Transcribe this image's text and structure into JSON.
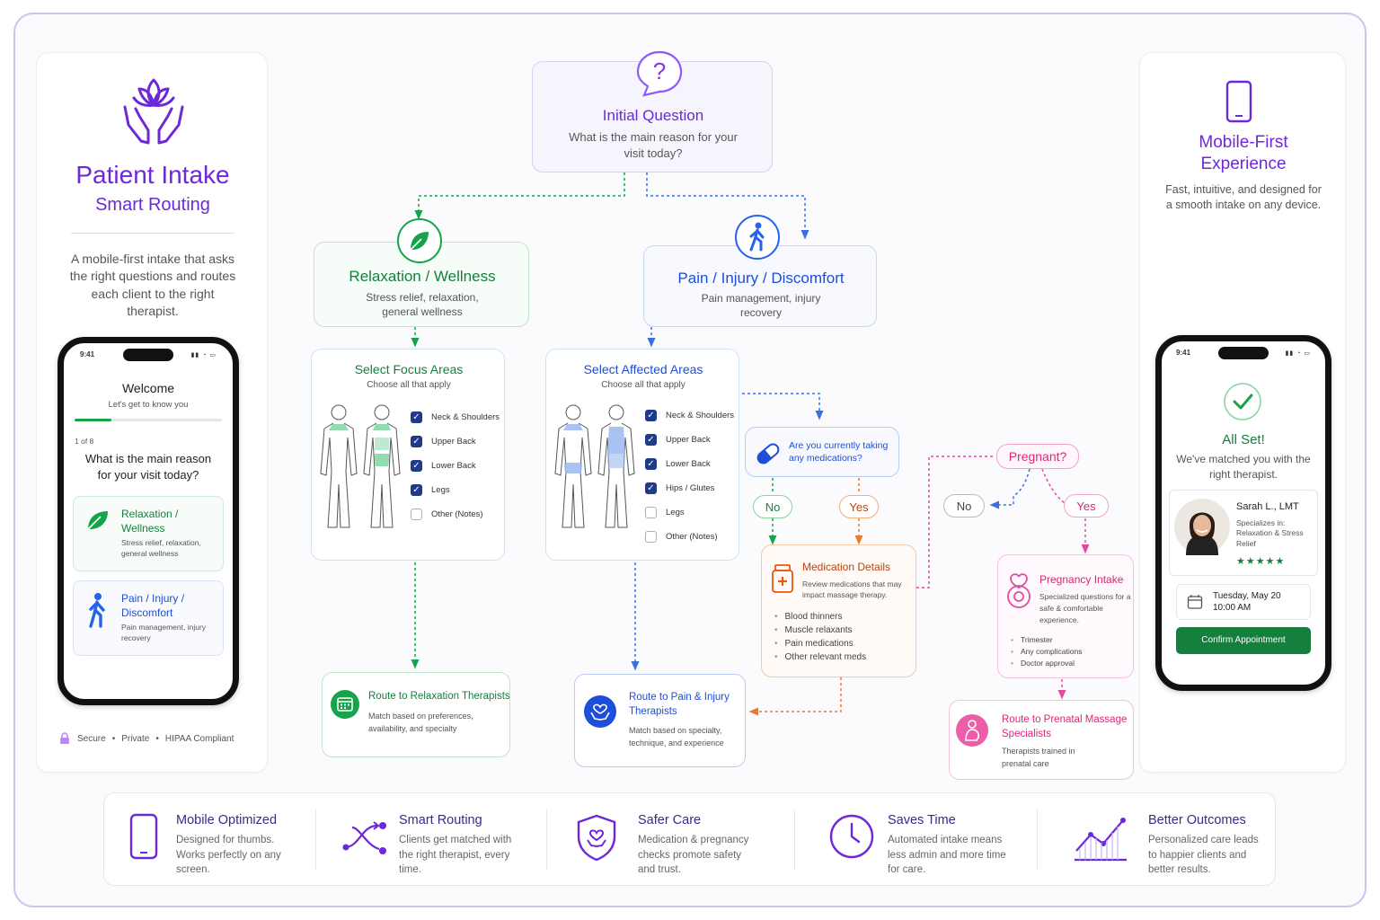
{
  "left": {
    "title": "Patient Intake",
    "subtitle": "Smart Routing",
    "description": "A mobile-first intake that asks the right questions and routes each client to the right therapist.",
    "footer": {
      "secure": "Secure",
      "private": "Private",
      "hipaa": "HIPAA Compliant",
      "sep": "•"
    },
    "phone": {
      "time": "9:41",
      "welcome": "Welcome",
      "welcome_sub": "Let's get to know you",
      "step": "1 of 8",
      "question": "What is the main reason for your visit today?",
      "option1": {
        "title": "Relaxation / Wellness",
        "desc": "Stress relief, relaxation, general wellness"
      },
      "option2": {
        "title": "Pain / Injury / Discomfort",
        "desc": "Pain management, injury recovery"
      },
      "progress": 0.25
    }
  },
  "right": {
    "title": "Mobile-First Experience",
    "description": "Fast, intuitive, and designed for a smooth intake on any device.",
    "phone": {
      "time": "9:41",
      "heading": "All Set!",
      "text": "We've matched you with the right therapist.",
      "therapist": "Sarah L., LMT",
      "specializes": "Specializes in: Relaxation & Stress Relief",
      "rating": "★★★★★",
      "date": "Tuesday, May 20",
      "time_slot": "10:00 AM",
      "confirm": "Confirm Appointment"
    }
  },
  "flow": {
    "initial": {
      "title": "Initial Question",
      "text": "What is the main reason for your visit today?"
    },
    "relax": {
      "title": "Relaxation / Wellness",
      "text": "Stress relief, relaxation, general wellness"
    },
    "pain": {
      "title": "Pain / Injury / Discomfort",
      "text": "Pain management, injury recovery"
    },
    "focus": {
      "title": "Select Focus Areas",
      "sub": "Choose all that apply",
      "items": [
        {
          "label": "Neck & Shoulders",
          "checked": true
        },
        {
          "label": "Upper Back",
          "checked": true
        },
        {
          "label": "Lower Back",
          "checked": true
        },
        {
          "label": "Legs",
          "checked": true
        },
        {
          "label": "Other (Notes)",
          "checked": false
        }
      ]
    },
    "affected": {
      "title": "Select Affected Areas",
      "sub": "Choose all that apply",
      "items": [
        {
          "label": "Neck & Shoulders",
          "checked": true
        },
        {
          "label": "Upper Back",
          "checked": true
        },
        {
          "label": "Lower Back",
          "checked": true
        },
        {
          "label": "Hips / Glutes",
          "checked": true
        },
        {
          "label": "Legs",
          "checked": false
        },
        {
          "label": "Other (Notes)",
          "checked": false
        }
      ]
    },
    "meds_q": "Are you currently taking any medications?",
    "no": "No",
    "yes": "Yes",
    "meds": {
      "title": "Medication Details",
      "text": "Review medications that may impact massage therapy.",
      "items": [
        "Blood thinners",
        "Muscle relaxants",
        "Pain medications",
        "Other relevant meds"
      ]
    },
    "pregnant_q": "Pregnant?",
    "preg_no": "No",
    "preg_yes": "Yes",
    "pregnancy": {
      "title": "Pregnancy Intake",
      "text": "Specialized questions for a safe & comfortable experience.",
      "items": [
        "Trimester",
        "Any complications",
        "Doctor approval"
      ]
    },
    "route_relax": {
      "title": "Route to Relaxation Therapists",
      "text": "Match based on preferences, availability, and specialty"
    },
    "route_pain": {
      "title": "Route to Pain & Injury Therapists",
      "text": "Match based on specialty, technique, and experience"
    },
    "route_prenatal": {
      "title": "Route to Prenatal Massage Specialists",
      "text": "Therapists trained in prenatal care"
    }
  },
  "features": [
    {
      "title": "Mobile Optimized",
      "text": "Designed for thumbs. Works perfectly on any screen.",
      "icon": "phone-icon"
    },
    {
      "title": "Smart Routing",
      "text": "Clients get matched with the right therapist, every time.",
      "icon": "routing-icon"
    },
    {
      "title": "Safer Care",
      "text": "Medication & pregnancy checks promote safety and trust.",
      "icon": "shield-heart-icon"
    },
    {
      "title": "Saves Time",
      "text": "Automated intake means less admin and more time for care.",
      "icon": "clock-icon"
    },
    {
      "title": "Better Outcomes",
      "text": "Personalized care leads to happier clients and better results.",
      "icon": "chart-icon"
    }
  ],
  "colors": {
    "purple": "#6d28d9",
    "green": "#15803d",
    "blue": "#1d4ed8",
    "orange": "#ea580c",
    "pink": "#db2777"
  }
}
